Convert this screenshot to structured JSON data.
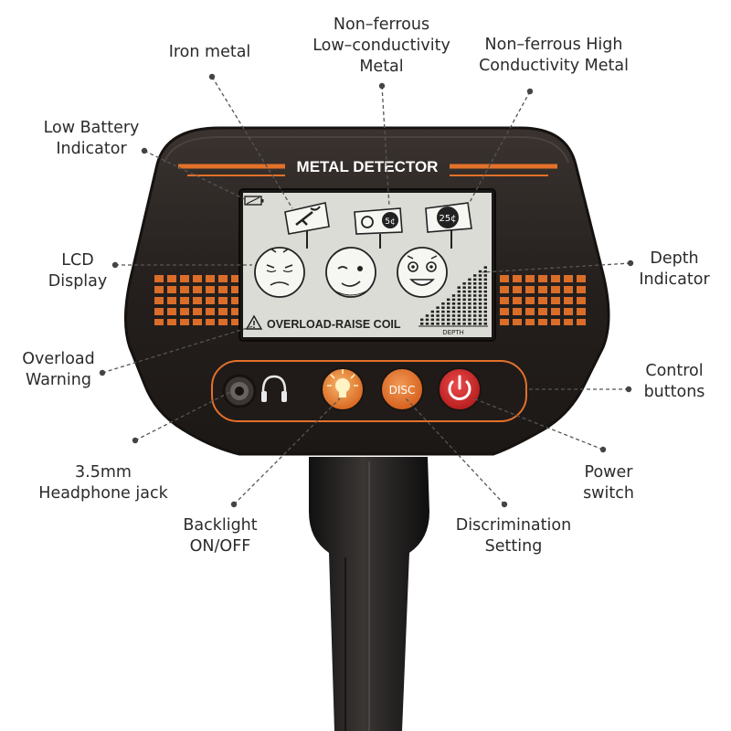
{
  "device": {
    "title": "METAL DETECTOR",
    "overload_text": "OVERLOAD-RAISE COIL",
    "depth_label": "DEPTH",
    "coin_low": "5¢",
    "coin_high": "25¢",
    "disc_label": "DISC"
  },
  "callouts": {
    "iron": [
      "Iron metal"
    ],
    "nonferrous_low": [
      "Non–ferrous",
      "Low–conductivity",
      "Metal"
    ],
    "nonferrous_high": [
      "Non–ferrous High",
      "Conductivity Metal"
    ],
    "low_battery": [
      "Low Battery",
      "Indicator"
    ],
    "lcd": [
      "LCD",
      "Display"
    ],
    "depth": [
      "Depth",
      "Indicator"
    ],
    "overload": [
      "Overload",
      "Warning"
    ],
    "control": [
      "Control",
      "buttons"
    ],
    "headphone": [
      "3.5mm",
      "Headphone jack"
    ],
    "power": [
      "Power",
      "switch"
    ],
    "backlight": [
      "Backlight",
      "ON/OFF"
    ],
    "discrimination": [
      "Discrimination",
      "Setting"
    ]
  },
  "colors": {
    "body": "#2a2422",
    "orange": "#e3712a",
    "lcd": "#dcdcd6",
    "power_red": "#d42a2a"
  }
}
